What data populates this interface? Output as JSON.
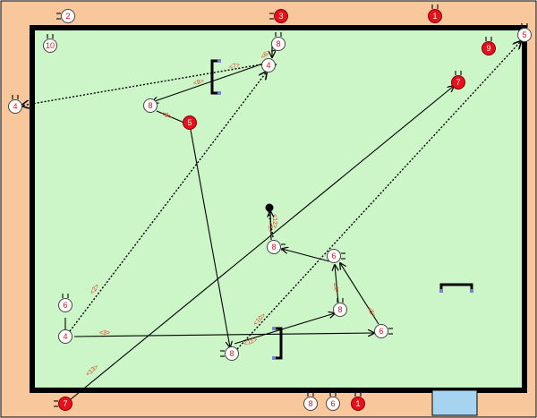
{
  "colors": {
    "outer_border": "#f8c89c",
    "field": "#ccf5c8",
    "line": "#000000",
    "team_red": "#e8111b",
    "team_white": "#ffffff",
    "numeral": "#e8111b",
    "bench": "#a6d3ef",
    "goal": "#000000"
  },
  "players": [
    {
      "id": "p2-top",
      "num": "2",
      "team": "white",
      "icon": "player-marker-icon"
    },
    {
      "id": "p3-top",
      "num": "3",
      "team": "red",
      "icon": "player-marker-icon"
    },
    {
      "id": "p1-top",
      "num": "1",
      "team": "red",
      "icon": "player-marker-icon"
    },
    {
      "id": "p10",
      "num": "10",
      "team": "white",
      "icon": "player-marker-icon"
    },
    {
      "id": "p9",
      "num": "9",
      "team": "red",
      "icon": "player-marker-icon"
    },
    {
      "id": "p5-right",
      "num": "5",
      "team": "white",
      "icon": "player-marker-icon"
    },
    {
      "id": "p4-left",
      "num": "4",
      "team": "white",
      "icon": "player-marker-icon"
    },
    {
      "id": "p8-a",
      "num": "8",
      "team": "white",
      "icon": "player-marker-icon"
    },
    {
      "id": "p4-b",
      "num": "4",
      "team": "white",
      "icon": "player-marker-icon"
    },
    {
      "id": "p8-c",
      "num": "8",
      "team": "white",
      "icon": "player-marker-icon"
    },
    {
      "id": "p5-d",
      "num": "5",
      "team": "red",
      "icon": "player-marker-icon"
    },
    {
      "id": "p7-right",
      "num": "7",
      "team": "red",
      "icon": "player-marker-icon"
    },
    {
      "id": "p8-center",
      "num": "8",
      "team": "white",
      "icon": "player-marker-icon"
    },
    {
      "id": "p6-mid",
      "num": "6",
      "team": "white",
      "icon": "player-marker-icon"
    },
    {
      "id": "p8-low",
      "num": "8",
      "team": "white",
      "icon": "player-marker-icon"
    },
    {
      "id": "p6-lowright",
      "num": "6",
      "team": "white",
      "icon": "player-marker-icon"
    },
    {
      "id": "p6-left",
      "num": "6",
      "team": "white",
      "icon": "player-marker-icon"
    },
    {
      "id": "p4-leftlow",
      "num": "4",
      "team": "white",
      "icon": "player-marker-icon"
    },
    {
      "id": "p8-bottom",
      "num": "8",
      "team": "white",
      "icon": "player-marker-icon"
    },
    {
      "id": "p7-bottom",
      "num": "7",
      "team": "red",
      "icon": "player-marker-icon"
    },
    {
      "id": "p8-bench",
      "num": "8",
      "team": "white",
      "icon": "player-marker-icon"
    },
    {
      "id": "p6-bench",
      "num": "6",
      "team": "white",
      "icon": "player-marker-icon"
    },
    {
      "id": "p1-bench",
      "num": "1",
      "team": "red",
      "icon": "player-marker-icon"
    }
  ],
  "steps": [
    {
      "id": "s1",
      "label": "<1>"
    },
    {
      "id": "s2",
      "label": "<2>"
    },
    {
      "id": "s3",
      "label": "<3>"
    },
    {
      "id": "s4",
      "label": "<4>"
    },
    {
      "id": "s5",
      "label": "<5>"
    },
    {
      "id": "s6",
      "label": "<6>"
    },
    {
      "id": "s7",
      "label": "<7>"
    },
    {
      "id": "s8",
      "label": "<8>"
    },
    {
      "id": "s9",
      "label": "<9>"
    },
    {
      "id": "s10",
      "label": "<10>"
    },
    {
      "id": "s11",
      "label": "<11>"
    },
    {
      "id": "s12",
      "label": "<12>"
    },
    {
      "id": "s13",
      "label": "<13>"
    }
  ],
  "movements": [
    {
      "id": "m1",
      "style": "solid"
    },
    {
      "id": "m2",
      "style": "dotted"
    },
    {
      "id": "m3",
      "style": "solid"
    },
    {
      "id": "m4",
      "style": "solid"
    },
    {
      "id": "m5",
      "style": "dotted"
    },
    {
      "id": "m6",
      "style": "solid"
    },
    {
      "id": "m7",
      "style": "dotted"
    },
    {
      "id": "m8",
      "style": "solid"
    },
    {
      "id": "m9",
      "style": "solid"
    },
    {
      "id": "m10",
      "style": "solid"
    },
    {
      "id": "m11",
      "style": "solid"
    },
    {
      "id": "m12",
      "style": "dotted"
    },
    {
      "id": "m13",
      "style": "solid"
    },
    {
      "id": "m14",
      "style": "solid"
    },
    {
      "id": "m15",
      "style": "solid"
    },
    {
      "id": "m16",
      "style": "solid"
    },
    {
      "id": "m17",
      "style": "solid"
    },
    {
      "id": "m18",
      "style": "dotted"
    }
  ]
}
